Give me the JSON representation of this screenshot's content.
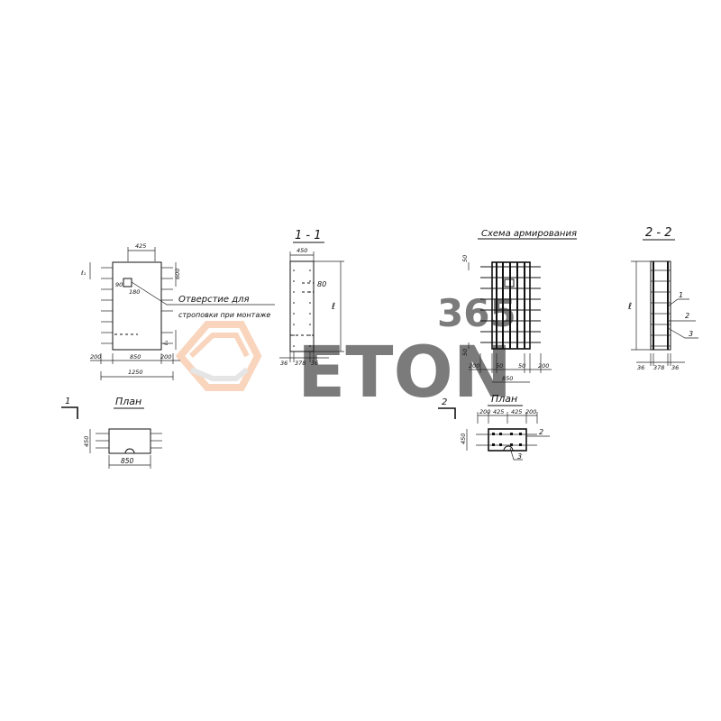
{
  "watermark": {
    "number": "365",
    "brand": "ETON",
    "accent_color": "#f39a5b",
    "brand_color": "#c9c9c9"
  },
  "left_block": {
    "dim_top": "425",
    "dim_l1": "ℓ₁",
    "dim_side_top": "600",
    "dim_side_low": "ℓ₁",
    "dim_hole_a": "90",
    "dim_hole_b": "180",
    "dim_bottom_left": "200",
    "dim_bottom_mid": "850",
    "dim_bottom_right": "200",
    "dim_total": "1250",
    "note_line1": "Отверстие для",
    "note_line2": "строповки при монтаже"
  },
  "section_1": {
    "title": "1 - 1",
    "dim_top": "450",
    "dim_hole": "80",
    "dim_length": "ℓ",
    "dim_b1": "36",
    "dim_b2": "378",
    "dim_b3": "36"
  },
  "plan_left": {
    "title": "План",
    "mark": "1",
    "dim_side": "450",
    "dim_bottom": "850"
  },
  "reinforcement": {
    "title": "Схема армирования",
    "dim_top": "50",
    "dim_bot": "50",
    "dim_b1": "200",
    "dim_b2": "50",
    "dim_b3": "50",
    "dim_b4": "200",
    "dim_total": "850"
  },
  "section_2": {
    "title": "2 - 2",
    "dim_length": "ℓ",
    "callout_1": "1",
    "callout_2": "2",
    "callout_3": "3",
    "dim_b1": "36",
    "dim_b2": "378",
    "dim_b3": "36"
  },
  "plan_right": {
    "title": "План",
    "mark": "2",
    "dim_a": "200",
    "dim_b": "425",
    "dim_c": "425",
    "dim_d": "200",
    "dim_side": "450",
    "callout_2": "2",
    "callout_3": "3"
  }
}
